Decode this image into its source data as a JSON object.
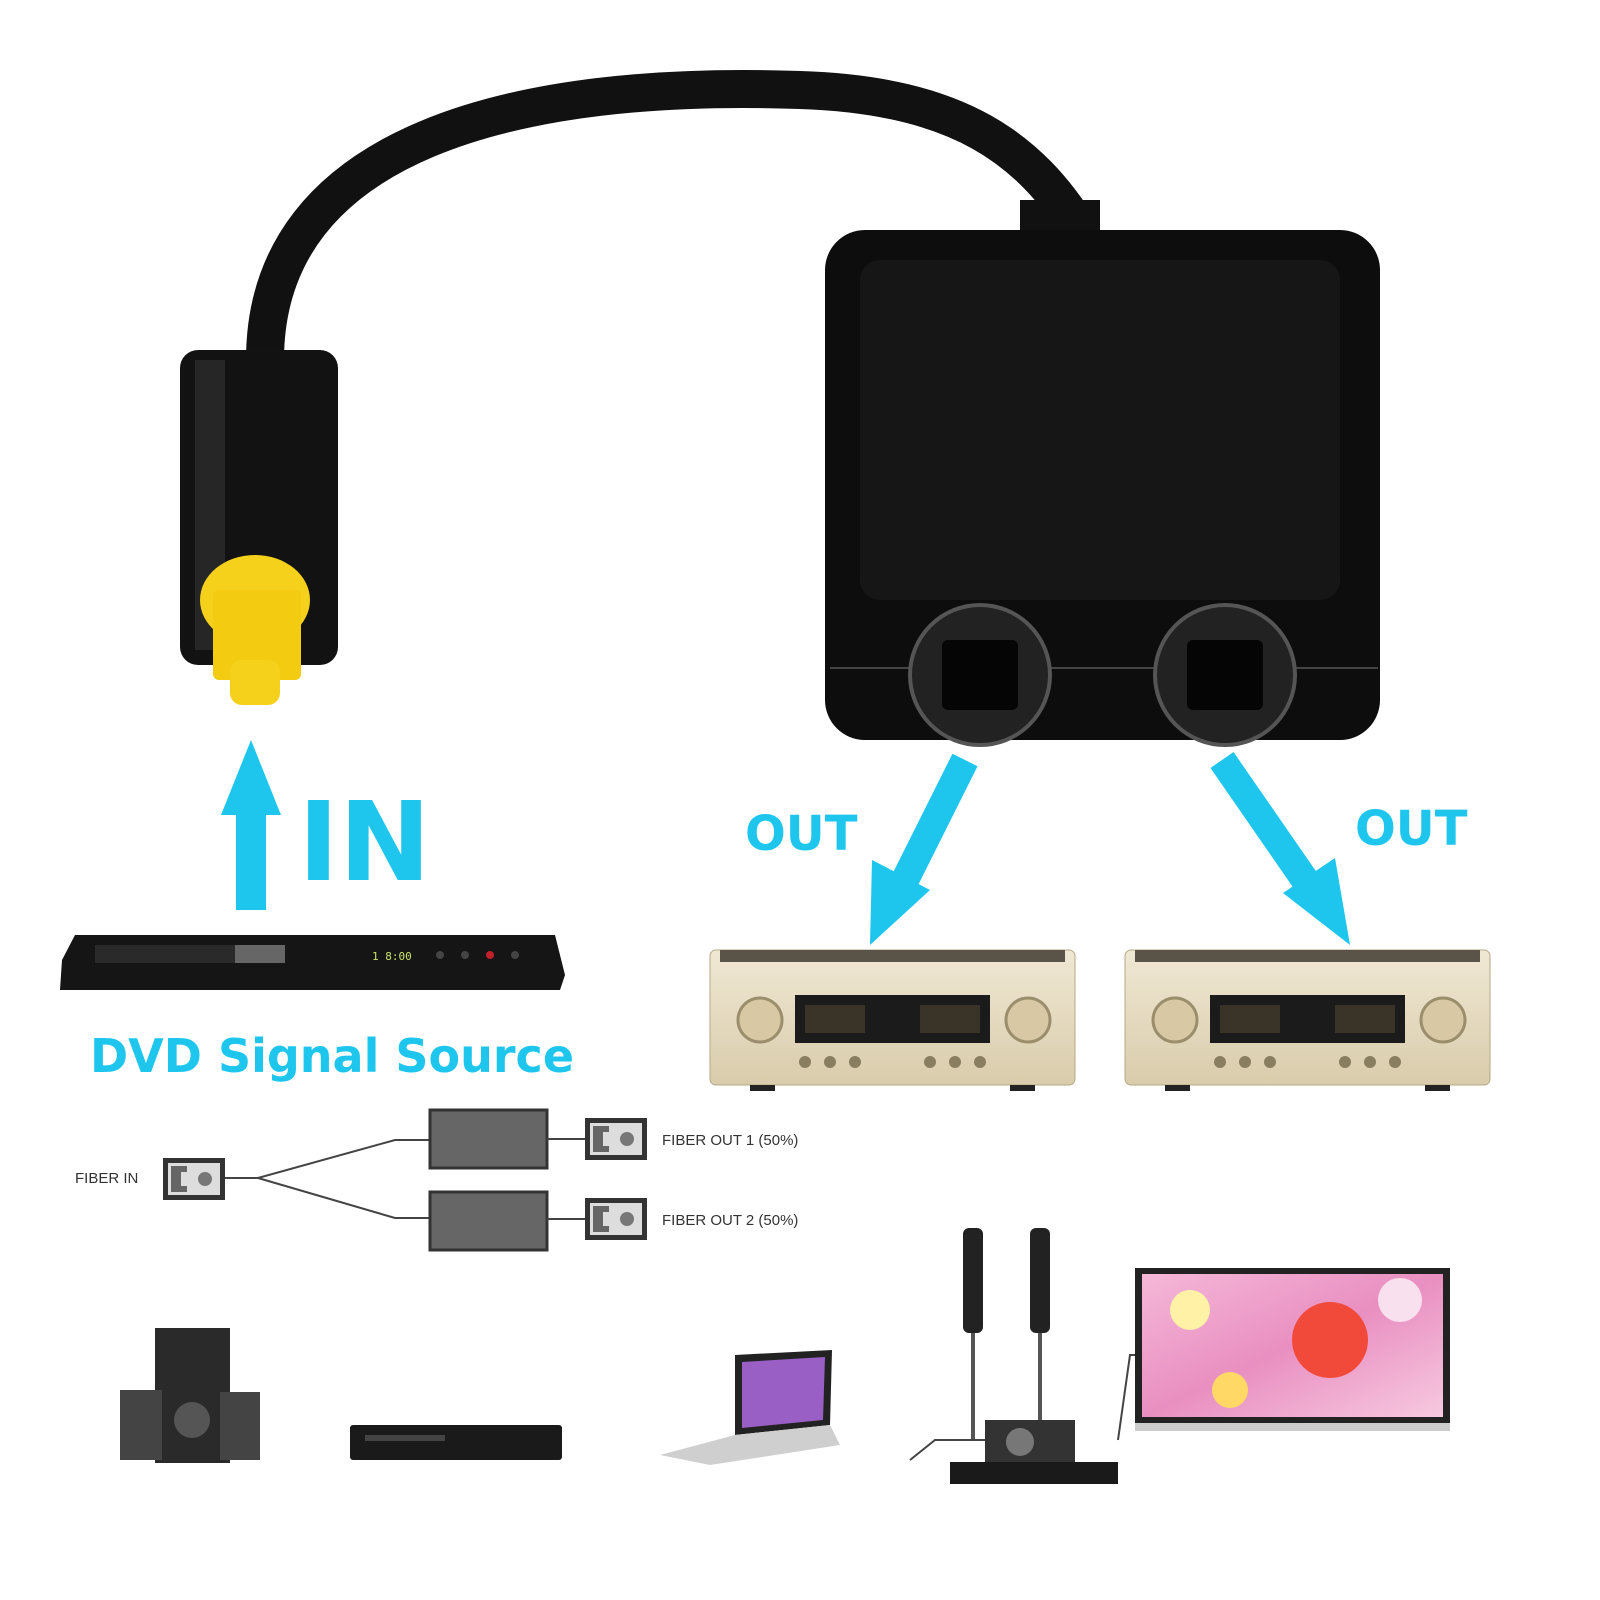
{
  "labels": {
    "in": "IN",
    "out_left": "OUT",
    "out_right": "OUT",
    "source": "DVD Signal Source"
  },
  "dvd_display": "1 8:00",
  "diagram": {
    "fiber_in": "FIBER IN",
    "fiber_out_1": "FIBER OUT 1 (50%)",
    "fiber_out_2": "FIBER OUT 2 (50%)"
  },
  "colors": {
    "accent": "#1ec6ee",
    "plug_tip": "#f5d11c",
    "device_body": "#111111",
    "amplifier": "#e6dcc2"
  }
}
